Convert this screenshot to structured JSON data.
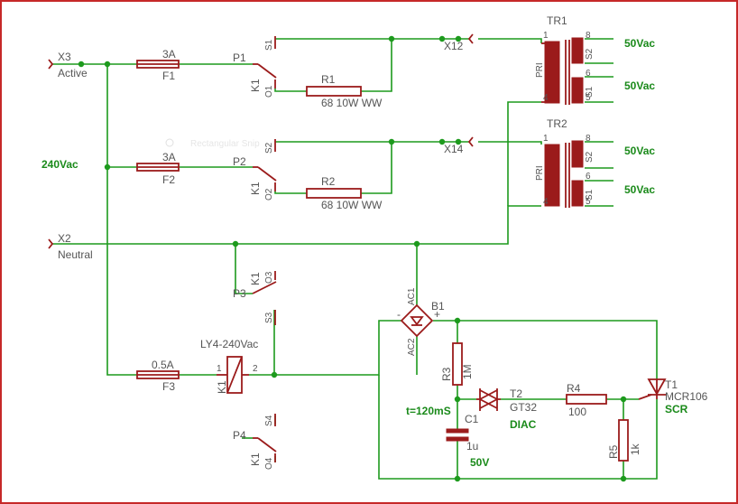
{
  "labels": {
    "x3": "X3",
    "active": "Active",
    "x2": "X2",
    "neutral": "Neutral",
    "supply": "240Vac",
    "f1_rating": "3A",
    "f1": "F1",
    "f2_rating": "3A",
    "f2": "F2",
    "f3_rating": "0.5A",
    "f3": "F3",
    "p1": "P1",
    "p2": "P2",
    "p3": "P3",
    "p4": "P4",
    "k1": "K1",
    "o1": "O1",
    "o2": "O2",
    "o3": "O3",
    "o4": "O4",
    "s1": "S1",
    "s2": "S2",
    "s3": "S3",
    "s4": "S4",
    "r1": "R1",
    "r1_value": "68 10W WW",
    "r2": "R2",
    "r2_value": "68 10W WW",
    "x12": "X12",
    "x14": "X14",
    "tr1": "TR1",
    "tr2": "TR2",
    "pri": "PRI",
    "pin1": "1",
    "pin4": "4",
    "pin8": "8",
    "pin6": "6",
    "pin5": "5",
    "sec_s2": "S2",
    "sec_s1": "S1",
    "out1": "50Vac",
    "out2": "50Vac",
    "out3": "50Vac",
    "out4": "50Vac",
    "relay": "LY4-240Vac",
    "relay_pin1": "1",
    "relay_pin2": "2",
    "b1": "B1",
    "ac1": "AC1",
    "ac2": "AC2",
    "minus": "-",
    "plus": "+",
    "r3": "R3",
    "r3_value": "1M",
    "t2": "T2",
    "t2_value": "GT32",
    "diac": "DIAC",
    "r4": "R4",
    "r4_value": "100",
    "t1": "T1",
    "t1_value": "MCR106",
    "scr": "SCR",
    "r5": "R5",
    "r5_value": "1k",
    "c1": "C1",
    "c1_value": "1u",
    "c1_voltage": "50V",
    "timing": "t=120mS",
    "watermark": "Rectangular Snip"
  }
}
